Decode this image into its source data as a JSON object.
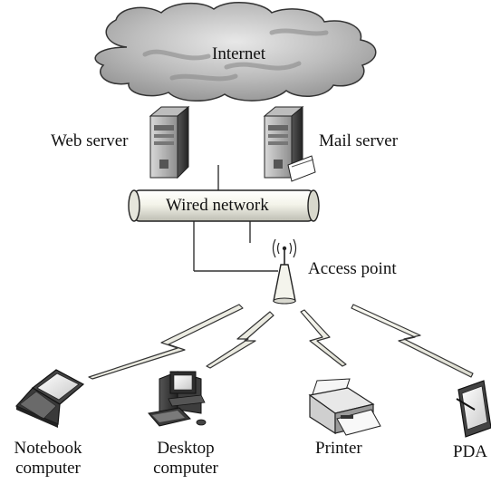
{
  "labels": {
    "internet": "Internet",
    "web_server": "Web server",
    "mail_server": "Mail server",
    "wired_network": "Wired network",
    "access_point": "Access point",
    "notebook_line1": "Notebook",
    "notebook_line2": "computer",
    "desktop_line1": "Desktop",
    "desktop_line2": "computer",
    "printer": "Printer",
    "pda": "PDA"
  },
  "icons": {
    "cloud": "cloud-icon",
    "web_server": "server-tower-icon",
    "mail_server": "mail-server-tower-icon",
    "access_point": "access-point-antenna-icon",
    "notebook": "laptop-icon",
    "desktop": "desktop-computer-icon",
    "printer": "printer-icon",
    "pda": "pda-icon"
  },
  "colors": {
    "line": "#333333",
    "cloud_fill": "#c9c9c9",
    "pipe_fill": "#f2f2e8",
    "bolt_fill": "#f7f7ee"
  }
}
